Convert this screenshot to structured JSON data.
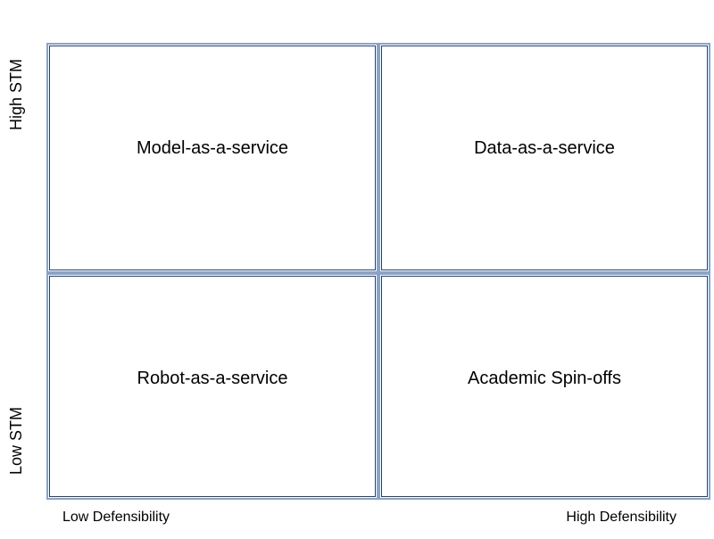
{
  "y_axis": {
    "high_label": "High STM",
    "low_label": "Low STM"
  },
  "x_axis": {
    "low_label": "Low Defensibility",
    "high_label": "High Defensibility"
  },
  "quadrants": {
    "top_left": "Model-as-a-service",
    "top_right": "Data-as-a-service",
    "bottom_left": "Robot-as-a-service",
    "bottom_right": "Academic Spin-offs"
  },
  "colors": {
    "border_outer": "#8aa4c8",
    "border_inner": "#1f3f73",
    "text": "#000000",
    "background": "#ffffff"
  }
}
